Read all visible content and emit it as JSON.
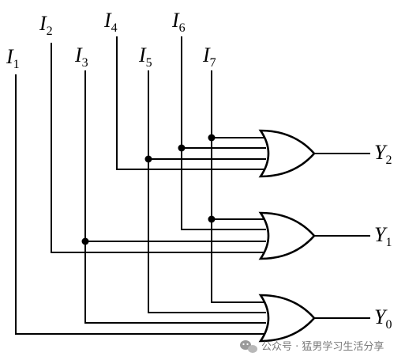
{
  "inputs": [
    {
      "letter": "I",
      "index": "1"
    },
    {
      "letter": "I",
      "index": "2"
    },
    {
      "letter": "I",
      "index": "3"
    },
    {
      "letter": "I",
      "index": "4"
    },
    {
      "letter": "I",
      "index": "5"
    },
    {
      "letter": "I",
      "index": "6"
    },
    {
      "letter": "I",
      "index": "7"
    }
  ],
  "outputs": [
    {
      "letter": "Y",
      "index": "2"
    },
    {
      "letter": "Y",
      "index": "1"
    },
    {
      "letter": "Y",
      "index": "0"
    }
  ],
  "gates": [
    {
      "type": "OR",
      "output": "Y2",
      "inputs": [
        "I4",
        "I5",
        "I6",
        "I7"
      ]
    },
    {
      "type": "OR",
      "output": "Y1",
      "inputs": [
        "I2",
        "I3",
        "I6",
        "I7"
      ]
    },
    {
      "type": "OR",
      "output": "Y0",
      "inputs": [
        "I1",
        "I3",
        "I5",
        "I7"
      ]
    }
  ],
  "watermark": {
    "icon": "wechat-icon",
    "text": "公众号 · 猛男学习生活分享"
  }
}
